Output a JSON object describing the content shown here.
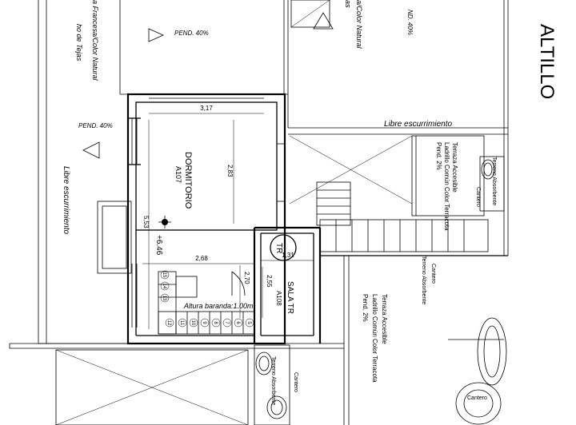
{
  "title": "ALTILLO",
  "roof_labels": {
    "tile_left_1": "ho de Tejas",
    "tile_left_2": "a Francesa/Color Natural",
    "tile_right_1": "as",
    "tile_right_2": "a/Color Natural",
    "slope_left_top": "PEND. 40%",
    "slope_left_mid": "PEND. 40%",
    "slope_right_top": "ND. 40%"
  },
  "runoff": {
    "horizontal": "Libre escurrimiento",
    "vertical": "Libre escurrimiento"
  },
  "rooms": {
    "dormitorio": {
      "name": "DORMITORIO",
      "code": "A107"
    },
    "sala": {
      "name": "SALA TR",
      "code": "A108"
    },
    "tank": "TR"
  },
  "level": "+6.46",
  "railing": "Altura baranda:1.00m",
  "dimensions": {
    "d317": "3,17",
    "d283": "2,83",
    "d553": "5,53",
    "d268": "2,68",
    "d131": "1,31",
    "d270": "2,70",
    "d255": "2,55"
  },
  "terrace_top": {
    "l1": "Terraza Accesible",
    "l2": "Ladrillo Común Color Terracota",
    "l3": "Pend. 2%"
  },
  "terrace_bottom": {
    "l1": "Terraza Accesible",
    "l2": "Ladrillo Común Color Terracota",
    "l3": "Pend. 2%"
  },
  "planters": {
    "top_right_1": "Terreno Absorbente",
    "top_right_2": "Cantero",
    "mid_1": "Cantero",
    "mid_2": "Terreno Absorbente",
    "bottom_1": "Cantero",
    "bottom_2": "Terreno Absorbente",
    "bottom_right": "Cantero"
  },
  "stair_steps": [
    "15",
    "14",
    "13",
    "12",
    "11",
    "10",
    "9",
    "8",
    "7",
    "6",
    "5"
  ]
}
